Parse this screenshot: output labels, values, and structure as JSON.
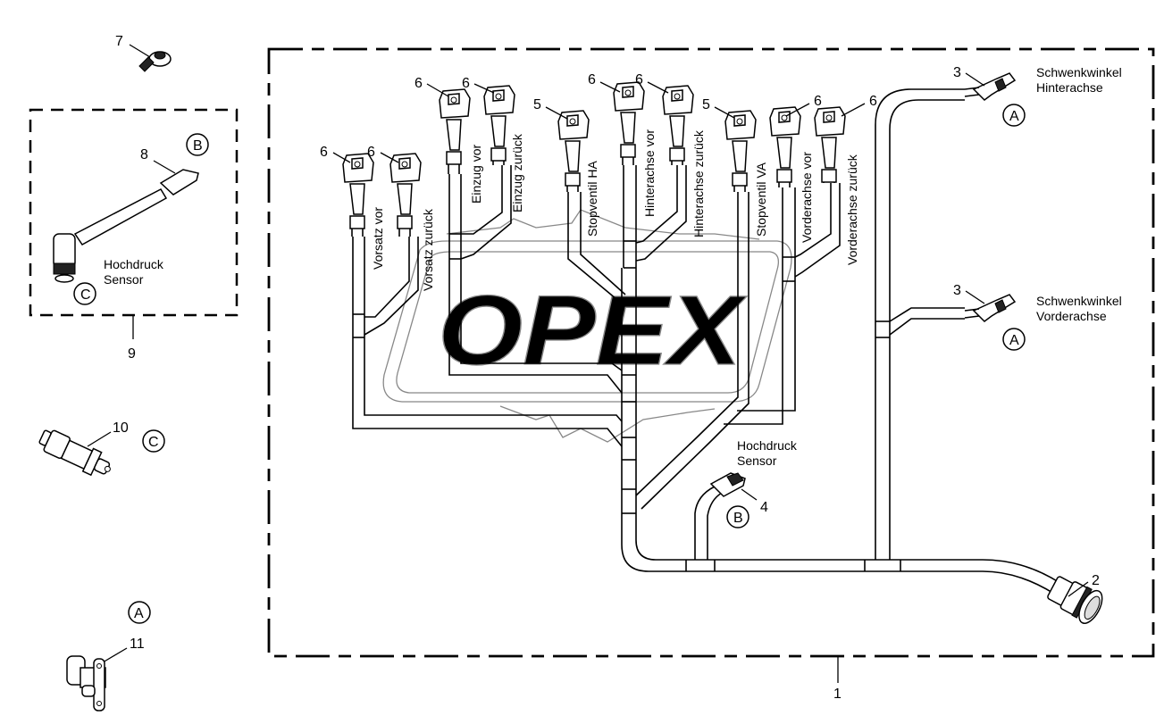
{
  "diagram": {
    "watermark": "OPEX",
    "assembly_label": "1",
    "sub_assembly_label": "9",
    "connectors_top": [
      {
        "item": "6",
        "label": "Vorsatz vor"
      },
      {
        "item": "6",
        "label": "Vorsatz zurück"
      },
      {
        "item": "6",
        "label": "Einzug vor"
      },
      {
        "item": "6",
        "label": "Einzug zurück"
      },
      {
        "item": "5",
        "label": "Stopventil HA"
      },
      {
        "item": "6",
        "label": "Hinterachse vor"
      },
      {
        "item": "6",
        "label": "Hinterachse zurück"
      },
      {
        "item": "5",
        "label": "Stopventil VA"
      },
      {
        "item": "6",
        "label": "Vorderachse vor"
      },
      {
        "item": "6",
        "label": "Vorderachse zurück"
      }
    ],
    "side_connectors": [
      {
        "item": "3",
        "line1": "Schwenkwinkel",
        "line2": "Hinterachse",
        "ref": "A"
      },
      {
        "item": "3",
        "line1": "Schwenkwinkel",
        "line2": "Vorderachse",
        "ref": "A"
      }
    ],
    "sensor_connector": {
      "item": "4",
      "line1": "Hochdruck",
      "line2": "Sensor",
      "ref": "B"
    },
    "main_plug": {
      "item": "2"
    },
    "loose_parts": [
      {
        "item": "7",
        "desc": "clamp"
      },
      {
        "item": "8",
        "ref": "B",
        "line1": "Hochdruck",
        "line2": "Sensor",
        "ref2": "C"
      },
      {
        "item": "10",
        "ref": "C"
      },
      {
        "item": "11",
        "ref": "A"
      }
    ]
  }
}
